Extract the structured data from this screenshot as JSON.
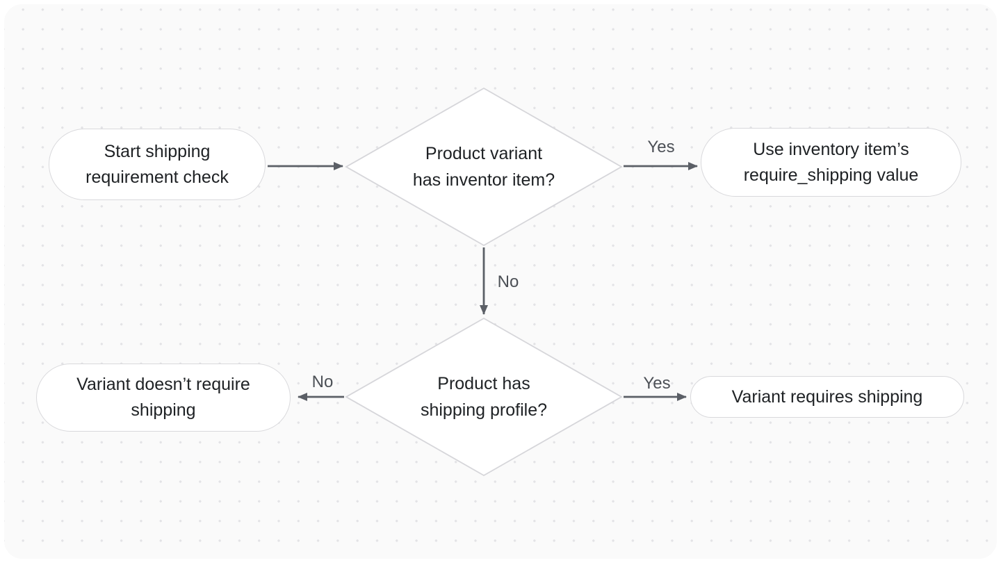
{
  "canvas": {
    "background_color": "#fafafa",
    "dot_color": "#e3e3e6",
    "node_fill": "#ffffff",
    "node_border_color": "#d9d9dc",
    "arrow_color": "#5b5f66",
    "node_text_color": "#1e2124",
    "edge_label_color": "#4c5056"
  },
  "diagram": {
    "type": "flowchart",
    "nodes": {
      "start": {
        "shape": "pill",
        "line1": "Start shipping",
        "line2": "requirement check"
      },
      "decision1": {
        "shape": "diamond",
        "line1": "Product variant",
        "line2": "has inventor item?"
      },
      "useInventory": {
        "shape": "pill",
        "line1": "Use inventory item’s",
        "line2": "require_shipping value"
      },
      "decision2": {
        "shape": "diamond",
        "line1": "Product has",
        "line2": "shipping profile?"
      },
      "noShipping": {
        "shape": "pill",
        "line1": "Variant doesn’t require",
        "line2": "shipping"
      },
      "requiresShipping": {
        "shape": "pill",
        "line1": "Variant requires shipping"
      }
    },
    "edges": {
      "start_to_decision1": {
        "label": ""
      },
      "decision1_to_useInventory": {
        "label": "Yes"
      },
      "decision1_to_decision2": {
        "label": "No"
      },
      "decision2_to_noShipping": {
        "label": "No"
      },
      "decision2_to_requiresShipping": {
        "label": "Yes"
      }
    }
  }
}
